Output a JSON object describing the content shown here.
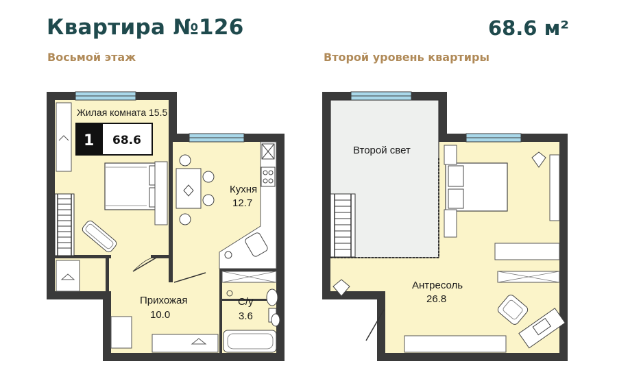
{
  "header": {
    "title": "Квартира №126",
    "total_area": "68.6 м²",
    "floor_label": "Восьмой этаж",
    "level2_label": "Второй уровень квартиры"
  },
  "badge": {
    "rooms": "1",
    "area": "68.6"
  },
  "plan1": {
    "rooms": [
      {
        "name": "Жилая комната 15.5"
      },
      {
        "name": "Кухня",
        "area": "12.7"
      },
      {
        "name": "Прихожая",
        "area": "10.0"
      },
      {
        "name": "С/у",
        "area": "3.6"
      }
    ]
  },
  "plan2": {
    "rooms": [
      {
        "name": "Второй свет"
      },
      {
        "name": "Антресоль",
        "area": "26.8"
      }
    ]
  },
  "colors": {
    "title": "#1f4a4d",
    "subtitle": "#b08a58",
    "floor_fill": "#fbf4c9",
    "wall": "#3a3a3a",
    "window": "#a9d8ea",
    "void": "#eef0ee"
  }
}
